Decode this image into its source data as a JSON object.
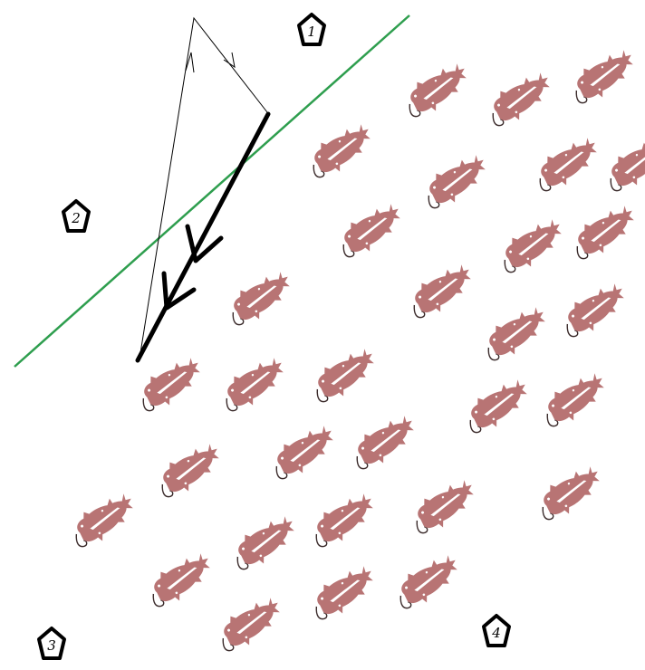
{
  "colors": {
    "background": "#ffffff",
    "boundary_line": "#2e9e4e",
    "path_thin": "#000000",
    "path_thick": "#000000",
    "creature_body": "#b87474",
    "creature_stripe": "#ffffff",
    "creature_tail": "#3a2a2a"
  },
  "markers": [
    {
      "id": "1",
      "label": "1"
    },
    {
      "id": "2",
      "label": "2"
    },
    {
      "id": "3",
      "label": "3"
    },
    {
      "id": "4",
      "label": "4"
    }
  ],
  "creature_icon": "bug-icon",
  "boundary": {
    "type": "line"
  },
  "paths": [
    {
      "id": "thin-path",
      "style": "thin",
      "arrows": 2
    },
    {
      "id": "thick-path",
      "style": "thick",
      "arrows": 2
    }
  ]
}
